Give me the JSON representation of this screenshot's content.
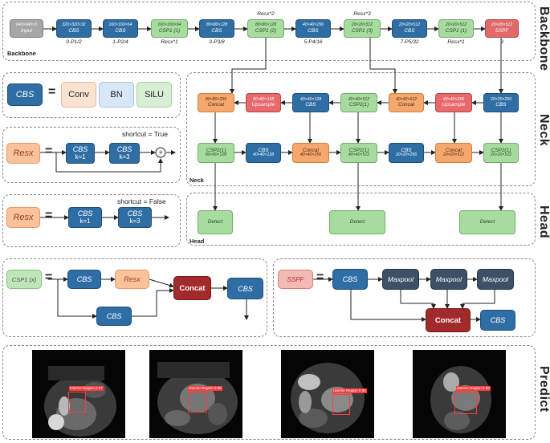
{
  "sections": {
    "backbone": "Backbone",
    "neck": "Neck",
    "head": "Head",
    "predict": "Predict"
  },
  "panel_labels": {
    "backbone": "Backbone",
    "neck": "Neck",
    "head": "Head"
  },
  "backbone": [
    {
      "size": "640×640×3",
      "name": "Input",
      "below": "",
      "above": ""
    },
    {
      "size": "320×320×32",
      "name": "CBS",
      "below": "0-P1/2",
      "above": ""
    },
    {
      "size": "160×160×64",
      "name": "CBS",
      "below": "1-P2/4",
      "above": ""
    },
    {
      "size": "160×160×64",
      "name": "CSP1 (1)",
      "below": "Resx*1",
      "above": ""
    },
    {
      "size": "80×80×128",
      "name": "CBS",
      "below": "3-P3/8",
      "above": ""
    },
    {
      "size": "80×80×128",
      "name": "CSP1 (2)",
      "below": "",
      "above": "Resx*2"
    },
    {
      "size": "40×40×256",
      "name": "CBS",
      "below": "5-P4/16",
      "above": ""
    },
    {
      "size": "20×20×512",
      "name": "CSP1 (3)",
      "below": "",
      "above": "Resx*3"
    },
    {
      "size": "20×20×512",
      "name": "CBS",
      "below": "7-P5/32",
      "above": ""
    },
    {
      "size": "20×20×512",
      "name": "CSP1 (1)",
      "below": "Resx*1",
      "above": ""
    },
    {
      "size": "20×20×512",
      "name": "SSPF",
      "below": "9",
      "above": ""
    }
  ],
  "neck_top": [
    {
      "size": "80×80×256",
      "name": "Concat"
    },
    {
      "size": "80×80×128",
      "name": "Upsample"
    },
    {
      "size": "40×40×128",
      "name": "CBS"
    },
    {
      "size": "40×40×512",
      "name": "CSP2(1)"
    },
    {
      "size": "40×40×512",
      "name": "Concat"
    },
    {
      "size": "40×40×256",
      "name": "Upsample"
    },
    {
      "size": "20×20×256",
      "name": "CBS"
    }
  ],
  "neck_bottom": [
    {
      "name": "CSP2(1)",
      "size": "80×80×128"
    },
    {
      "name": "CBS",
      "size": "40×40×128"
    },
    {
      "name": "Concat",
      "size": "40×40×256"
    },
    {
      "name": "CSP2(1)",
      "size": "40×40×512"
    },
    {
      "name": "CBS",
      "size": "20×20×256"
    },
    {
      "name": "Concat",
      "size": "20×20×512"
    },
    {
      "name": "CSP2(1)",
      "size": "20×20×512"
    }
  ],
  "head": [
    "Detect",
    "Detect",
    "Detect"
  ],
  "legend": {
    "cbs": "CBS",
    "conv": "Conv",
    "bn": "BN",
    "silu": "SiLU",
    "resx": "Resx",
    "cbs_k1": "CBS",
    "k1": "k=1",
    "cbs_k3": "CBS",
    "k3": "k=3",
    "shortcut_true": "shortcut = True",
    "shortcut_false": "shortcut = False",
    "plus": "+",
    "eq": "="
  },
  "csp_module": {
    "name": "CSP1 (x)",
    "cbs": "CBS",
    "resx": "Resx",
    "concat": "Concat"
  },
  "sspf_module": {
    "name": "SSPF",
    "cbs": "CBS",
    "maxpool": "Maxpool",
    "concat": "Concat"
  },
  "predictions": [
    {
      "label": "Uterine Region 0.97"
    },
    {
      "label": "Uterine Region 0.95"
    },
    {
      "label": "Uterine Region 0.94"
    },
    {
      "label": "Uterine Region 0.96"
    }
  ],
  "colors": {
    "cbs": "#2f6ea5",
    "csp": "#a8dba0",
    "concat": "#f5a76d",
    "upsample": "#e8686b",
    "sspf": "#e06a6a",
    "detect": "#a8dba0",
    "maxpool": "#3e4f66",
    "concat_module": "#a32a2a",
    "box": "#ff3b3b"
  }
}
